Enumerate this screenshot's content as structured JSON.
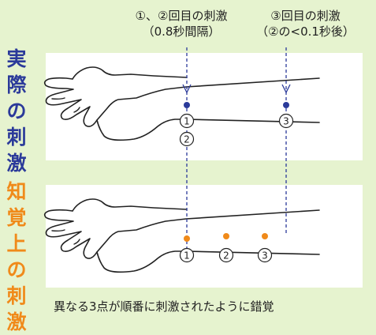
{
  "header": {
    "left_line1": "①、②回目の刺激",
    "left_line2": "（0.8秒間隔）",
    "right_line1": "③回目の刺激",
    "right_line2": "（②の<0.1秒後）"
  },
  "side_labels": {
    "actual": [
      "実",
      "際",
      "の",
      "刺",
      "激"
    ],
    "perceived": [
      "知",
      "覚",
      "上",
      "の",
      "刺",
      "激"
    ]
  },
  "markers": {
    "one": "1",
    "two": "2",
    "three": "3"
  },
  "caption": "異なる3点が順番に刺激されたように錯覚",
  "colors": {
    "background": "#e6f3cf",
    "actual": "#2b3a9a",
    "perceived": "#f08a1a",
    "arm_line": "#222222",
    "dashed_line": "#2b3a9a"
  }
}
